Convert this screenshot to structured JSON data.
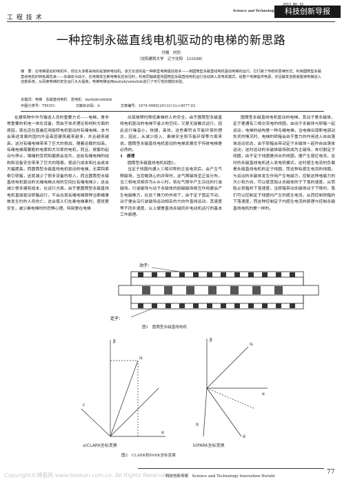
{
  "header": {
    "issue": "2013 NO.32",
    "journal_en": "Science and Technology Innovation Herald",
    "journal_cn": "科技创新导报",
    "section": "工 程 技 术"
  },
  "article": {
    "title": "一种控制永磁直线电机驱动的电梯的新思路",
    "authors": "付娟　刘剑",
    "affiliation": "（沈阳建筑大学　辽宁沈阳　110168）",
    "abstract": "摘　要：在电梯驱动的电机中，现在大多数采用的是旋转电动机。该文论述的是一种新型电梯驱动技术——用圆筒型永磁直线电机驱动电梯的运行。它打破了传统的思维形式，利用圆筒型永磁直线电机的特有属性来——永磁体为动子，在电梯发生断电等失控状况时，利用同轴装置将圆筒型永磁直线电机运行自动转入发电机模式，给整个电梯提供电源，并且触发自救装置使电梯进入自救系统，从而使电梯的安全运行大大提高。电梯电梯运用matlab/simulink进行了可行性的模拟实验。",
    "keywords": "关键词：电梯　永磁直线电机　发电机　matlab/simlink",
    "clc": "中图分类号：TM351",
    "doc_code": "文献标识码：A",
    "article_no": "文章编号：1674-098X(2013)11(c)-0077-02"
  },
  "body": {
    "col1": "在建筑物中作为输送人员的重要方式——电梯，是非常重要的机电一体化设备，而由于技术理论和材料方面的原因，现在还在普遍应用旋转电机驱动的有绳电梯。本书会简述发展的国内外音高层建筑越来越多，并且越来越高，这对有绳电梯带来了巨大的挑战，随着运载的加高，有绳电梯需要粗的电索和大功率的电机，而且，频繁的起动与停止，钢绳的受荷和磨损会加大，这给有绳电梯的结构和设备安全带来了巨大的隐患。使运行成本和社会成本大幅提高。而圆筒型永磁直线电机驱动的电梯，无需钩索牵引轿箱，这就减少了很多设备的投入，而且圆筒型永磁直线电机驱动的无绳电梯占用的空间比有绳电梯少，这会减少很多建筑成本，在运行方面，由于是圆筒型永磁直线电机直接驱动轿箱运行，不会出现有绳电梯那种当断绳事故发生时的人员伤亡，这会使人们在乘电梯乘时，感觉更安全，减少乘电梯时的恐惧心理，特别是在电梯",
    "col2_p1": "出现故障时降低乘梯的人的安全，由于圆筒型永磁直线电机驱动的电梯节省占地空间，又是无接触式运行，因此运行噪音小，快捷，高效，这些都符合节能环保的理念，因此，从减少投入、乘梯安全和节能环保等方面来说，圆筒型永磁直线电机驱动的电梯发展优于传统电梯是必然的。",
    "col2_h1": "1　原理",
    "col2_h2": "圆筒型永磁直线电机如图1。",
    "col2_p2": "当定子线圈内通入三相对称的正弦电流后，会产生气隙磁场，当忽略铁心的并带时，此气隙磁场呈正弦分布，当三相电流相序为A-B-C时，将在气隙中产生沿径的行波磁场，行波磁场与动子永磁体的励磁磁场相互作用便会产生电磁推力，在这个推力的作用下，由于定子固定不动，动子便会沿行波磁场运动相反的方向作直线运动，其速度等于同步速度，以上便是直线永磁同步电动机运行的基本工作原理。",
    "col3": "圆筒型永磁直线电机驱动的电梯，其动子是永磁体，定子是通有三相交流电的线圈，由动子永磁体与轿箱一起运动，电梯的结构是一种无绳电梯，当电梯出现断电驯动失灵的情况时，电梯的轿箱会由于重力的作用进入自由落体运动状态，由于轿箱会带动定子永磁体一起作自由落体运动，这时运动的永磁体磁场就成为主磁场，去切割定子线圈，由于定子线圈是闭合的线圈，便产生感应电流，这时的永磁直线电机进入发电机模式，这时感生电流的负载是永磁直线电机的定子线圈，而这种有感生电流的线圈，与运动的永磁体发生作用产生电磁力，控制这种电磁力的大小和方向，可以使其阻止永磁体的子下落的速度，从而阻止轿箱的下落速度，当轿箱带动永磁体动子下降时，我们可以控制定子线圈内产生的感生电流，从而控制轿箱的下落速度，而这种控制定子内感生电流的原理与控制永磁直线电机的是一样的。"
  },
  "figures": {
    "fig1_caption": "图1　圆筒型永磁直线电机",
    "fig1_mover": "动子：",
    "fig1_stator": "定子：",
    "fig2_a": "a)CLARK坐标变换",
    "fig2_b": "b)PARK坐标变换",
    "fig2_caption": "图2　CLARK和PARK坐标变换"
  },
  "footer": {
    "copyright": "Copyright©博看网 www.bookan.com.cn. All Rights Reserved.",
    "journal": "科技创新导报　Science and Technology Innovation Herald",
    "page": "77"
  }
}
